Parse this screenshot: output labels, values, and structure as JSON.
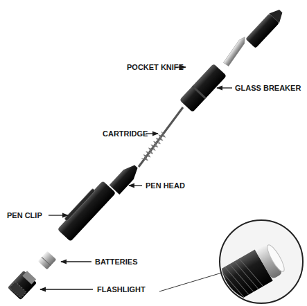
{
  "diagram": {
    "labels": [
      "POCKET KNIFE",
      "GLASS BREAKER",
      "CARTRIDGE",
      "PEN HEAD",
      "PEN CLIP",
      "BATTERIES",
      "FLASHLIGHT"
    ]
  }
}
